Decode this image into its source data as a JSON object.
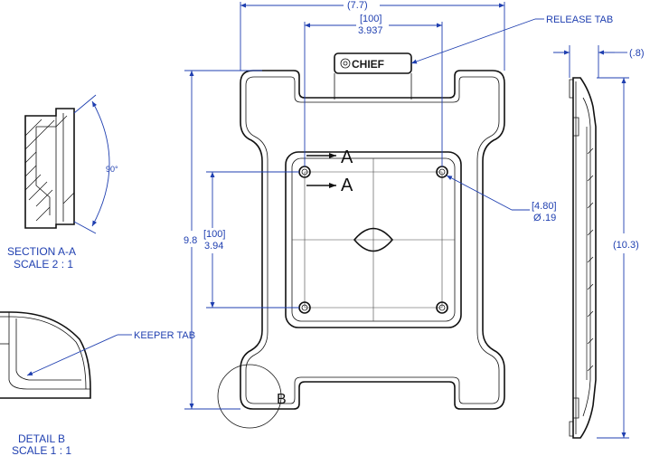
{
  "labels": {
    "release_tab": "RELEASE TAB",
    "keeper_tab": "KEEPER TAB",
    "brand": "CHIEF",
    "section_marker": "A",
    "detail_marker": "B",
    "section_title": "SECTION A-A",
    "section_scale": "SCALE 2 : 1",
    "detail_title": "DETAIL B",
    "detail_scale": "SCALE 1 : 1"
  },
  "dimensions": {
    "overall_width": "(7.7)",
    "hole_spacing_h_mm": "[100]",
    "hole_spacing_h_in": "3.937",
    "overall_height": "9.8",
    "hole_spacing_v_mm": "[100]",
    "hole_spacing_v_in": "3.94",
    "hole_dia_mm": "[4.80]",
    "hole_dia_symbol": "Ø",
    "hole_dia_in": ".19",
    "side_height": "(10.3)",
    "side_thickness": "(.8)",
    "section_angle": "90°"
  },
  "colors": {
    "dimension": "#1f3fb0",
    "outline": "#111111"
  }
}
